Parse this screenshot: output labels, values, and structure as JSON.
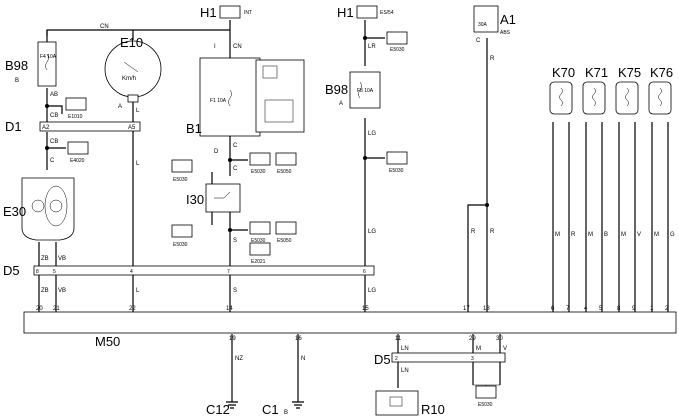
{
  "labels": {
    "h1": "H1",
    "int": "INT",
    "es54": "ES/54",
    "a1": "A1",
    "a1_rating": "30A",
    "abs": "ABS",
    "e10": "E10",
    "kmh": "Km/h",
    "b98": "B98",
    "f4": "F4 10A",
    "d1": "D1",
    "b1": "B1",
    "f1": "F1 10A",
    "f8": "F8 10A",
    "e30": "E30",
    "i30": "I30",
    "d5": "D5",
    "m50": "M50",
    "c12": "C12",
    "c1": "C1",
    "r10": "R10",
    "k70": "K70",
    "k71": "K71",
    "k75": "K75",
    "k76": "K76"
  },
  "wires": {
    "cn": "CN",
    "ab": "AB",
    "cb": "CB",
    "c": "C",
    "zb": "ZB",
    "vb": "VB",
    "l": "L",
    "s": "S",
    "lr": "LR",
    "lg": "LG",
    "r": "R",
    "m": "M",
    "b": "B",
    "v": "V",
    "g": "G",
    "nz": "NZ",
    "n": "N",
    "ln": "LN"
  },
  "refs": {
    "e1010": "E1010",
    "e4020": "E4020",
    "e5030": "E5030",
    "e5050": "E5050",
    "e2021": "E2021"
  },
  "pins": {
    "a2": "A2",
    "a5": "A5",
    "a": "A",
    "b": "B",
    "c": "C",
    "d": "D",
    "i": "I",
    "p1": "1",
    "p2": "2",
    "p3": "3",
    "p4": "4",
    "p5": "5",
    "p6": "6",
    "p7": "7",
    "p8": "8",
    "p9": "9",
    "p11": "11",
    "p14": "14",
    "p15": "15",
    "p16": "16",
    "p17": "17",
    "p18": "18",
    "p19": "19",
    "p20": "20",
    "p21": "21",
    "p22": "22",
    "p29": "29",
    "p30": "30"
  }
}
